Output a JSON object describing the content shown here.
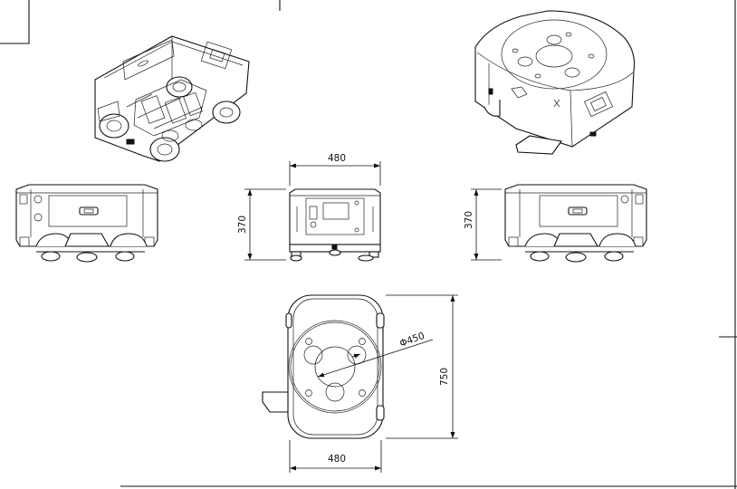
{
  "dimensions": {
    "front_width": "480",
    "front_height": "370",
    "side_height": "370",
    "top_diameter": "Φ450",
    "top_length": "750",
    "top_width": "480"
  }
}
